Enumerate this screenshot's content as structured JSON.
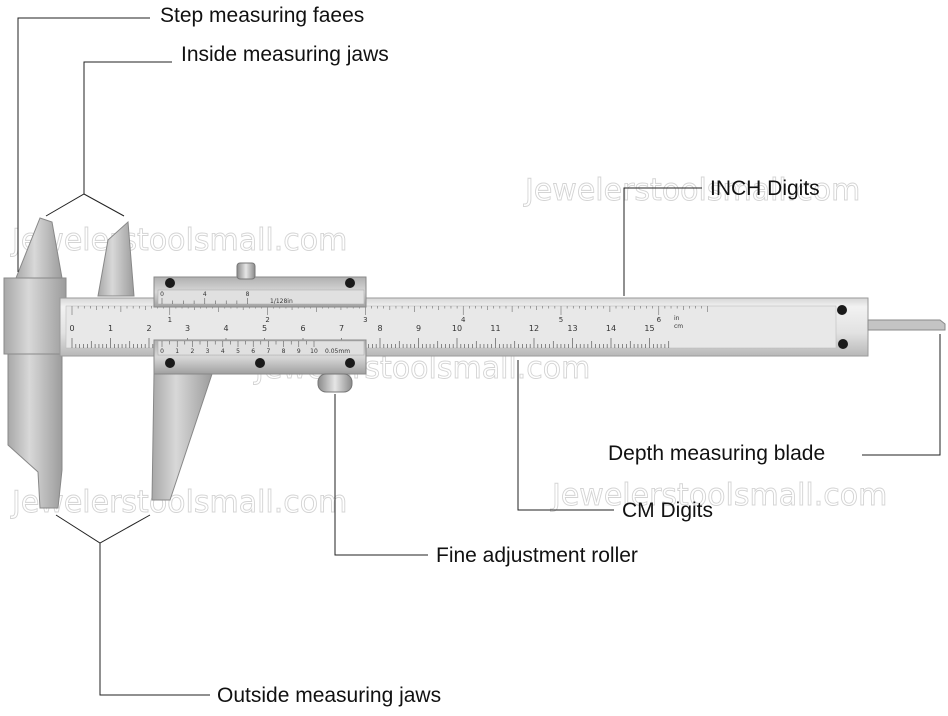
{
  "labels": {
    "step_faces": "Step measuring faees",
    "inside_jaws": "Inside measuring jaws",
    "inch_digits": "INCH Digits",
    "depth_blade": "Depth measuring blade",
    "cm_digits": "CM Digits",
    "fine_roller": "Fine adjustment roller",
    "outside_jaws": "Outside measuring jaws"
  },
  "watermark": "Jewelerstoolsmall.com",
  "main_scale": {
    "cm_numbers": [
      "0",
      "1",
      "2",
      "3",
      "4",
      "5",
      "6",
      "7",
      "8",
      "9",
      "10",
      "11",
      "12",
      "13",
      "14",
      "15"
    ],
    "inch_numbers": [
      "1",
      "2",
      "3",
      "4",
      "5",
      "6"
    ],
    "units_in": "in",
    "units_cm": "cm"
  },
  "vernier": {
    "inch_numbers": [
      "0",
      "4",
      "8"
    ],
    "inch_resolution": "1/128in",
    "metric_numbers": [
      "0",
      "1",
      "2",
      "3",
      "4",
      "5",
      "6",
      "7",
      "8",
      "9",
      "10"
    ],
    "metric_resolution": "0.05mm"
  },
  "colors": {
    "steel_light": "#e4e4e4",
    "steel_mid": "#c8c8c8",
    "steel_dark": "#9a9a9a",
    "leader_line": "#222222",
    "text": "#111111"
  }
}
